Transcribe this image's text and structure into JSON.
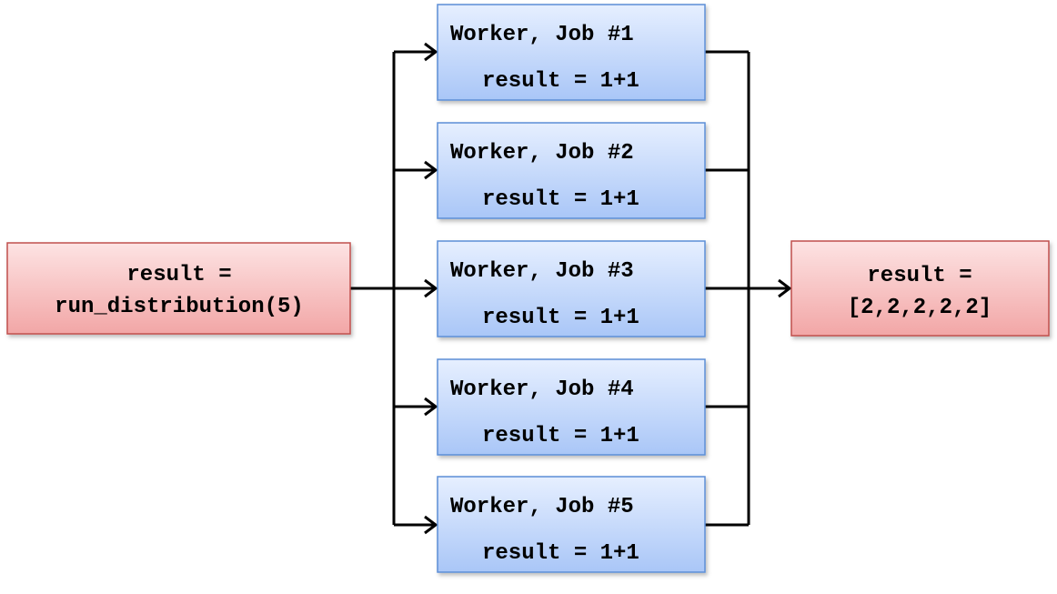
{
  "colors": {
    "worker_fill_top": "#e6efff",
    "worker_fill_bottom": "#a9c6f7",
    "worker_border": "#5b8ed6",
    "io_fill_top": "#fde3e3",
    "io_fill_bottom": "#f2a6a6",
    "io_border": "#c0504d",
    "connector": "#000000"
  },
  "input_box": {
    "line1": "result =",
    "line2": "run_distribution(5)"
  },
  "workers": [
    {
      "title": "Worker, Job #1",
      "code": "result = 1+1"
    },
    {
      "title": "Worker, Job #2",
      "code": "result = 1+1"
    },
    {
      "title": "Worker, Job #3",
      "code": "result = 1+1"
    },
    {
      "title": "Worker, Job #4",
      "code": "result = 1+1"
    },
    {
      "title": "Worker, Job #5",
      "code": "result = 1+1"
    }
  ],
  "output_box": {
    "line1": "result =",
    "line2": "[2,2,2,2,2]"
  }
}
